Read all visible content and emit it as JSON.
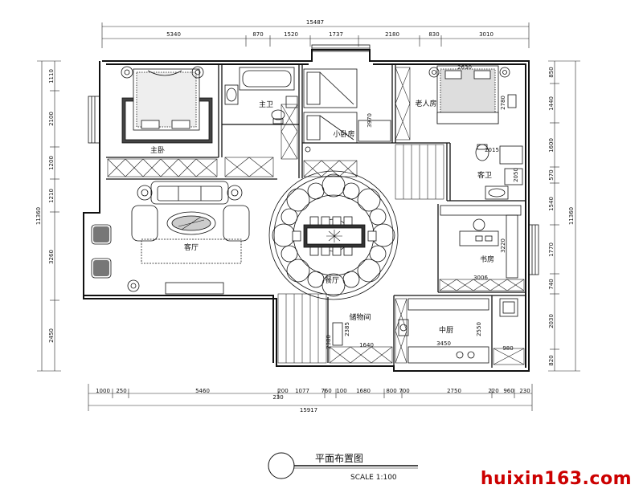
{
  "drawing": {
    "title": "平面布置图",
    "scale": "SCALE 1:100"
  },
  "watermark": "huixin163.com",
  "rooms": {
    "master_bedroom": "主卧",
    "master_bath": "主卫",
    "guest_bath": "客卫",
    "small_bedroom": "小卧房",
    "elder_room": "老人房",
    "living_room": "客厅",
    "dining_room": "餐厅",
    "storage": "储物间",
    "kitchen": "中厨",
    "study": "书房"
  },
  "dimensions": {
    "top_total": "15487",
    "top": [
      "5340",
      "870",
      "1520",
      "1737",
      "2180",
      "830",
      "3010"
    ],
    "bottom_total": "15917",
    "bottom": [
      "1000",
      "250",
      "5460",
      "200",
      "1077",
      "760",
      "100",
      "1680",
      "800",
      "700",
      "2750",
      "220",
      "960",
      "230"
    ],
    "bottom_small": "230",
    "left_total": "11360",
    "left": [
      "1110",
      "2100",
      "1200",
      "1210",
      "3260",
      "2450"
    ],
    "right_total": "11360",
    "right": [
      "850",
      "1440",
      "1600",
      "570",
      "1540",
      "1770",
      "740",
      "2030",
      "820"
    ],
    "inner": {
      "d3970": "3970",
      "d2780": "2780",
      "d2630": "2630",
      "d2015": "2015",
      "d2050": "2050",
      "d3220": "3220",
      "d3006": "3006",
      "d3450": "3450",
      "d2550": "2550",
      "d980": "980",
      "d1640": "1640",
      "d2385": "2385",
      "d2380": "2380"
    }
  }
}
